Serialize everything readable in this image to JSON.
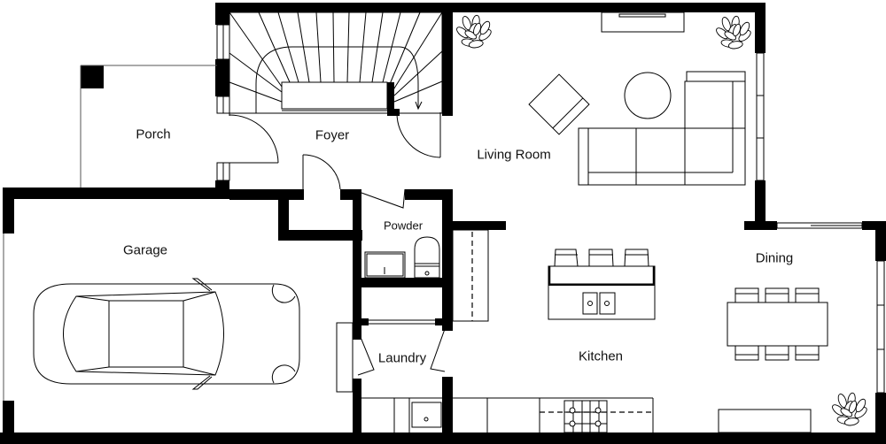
{
  "plan": {
    "rooms": {
      "porch": {
        "label": "Porch"
      },
      "foyer": {
        "label": "Foyer"
      },
      "living_room": {
        "label": "Living Room"
      },
      "garage": {
        "label": "Garage"
      },
      "powder": {
        "label": "Powder"
      },
      "laundry": {
        "label": "Laundry"
      },
      "kitchen": {
        "label": "Kitchen"
      },
      "dining": {
        "label": "Dining"
      }
    },
    "colors": {
      "wall": "#000000",
      "background": "#ffffff",
      "line": "#000000"
    },
    "furniture": [
      "staircase",
      "tv-console",
      "plant",
      "plant",
      "armchair",
      "round-coffee-table",
      "sectional-sofa",
      "car",
      "vanity-sink",
      "toilet",
      "utility-sink",
      "island-with-double-sink",
      "bar-stool",
      "bar-stool",
      "bar-stool",
      "cooktop",
      "base-cabinets",
      "refrigerator-pantry",
      "dining-table",
      "dining-chair",
      "dining-chair",
      "dining-chair",
      "dining-chair",
      "dining-chair",
      "dining-chair",
      "sideboard",
      "plant"
    ]
  }
}
